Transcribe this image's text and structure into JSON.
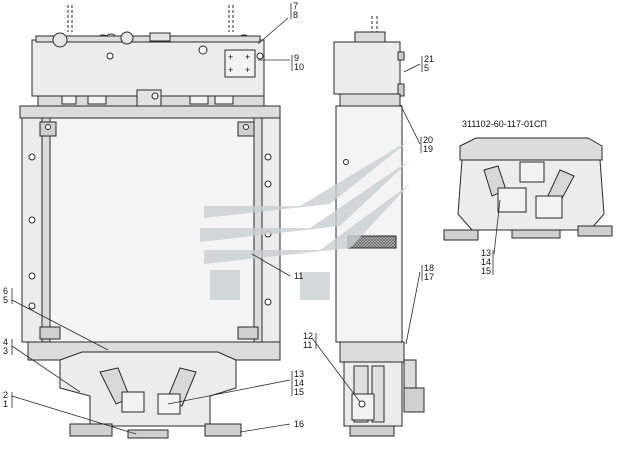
{
  "drawing": {
    "variant_code": "311102-60-117-01СП",
    "callouts": [
      {
        "id": "c-7-8",
        "top": "7",
        "bottom": "8"
      },
      {
        "id": "c-9-10",
        "top": "9",
        "bottom": "10"
      },
      {
        "id": "c-21-5",
        "top": "21",
        "bottom": "5"
      },
      {
        "id": "c-20-19",
        "top": "20",
        "bottom": "19"
      },
      {
        "id": "c-11",
        "top": "11",
        "bottom": ""
      },
      {
        "id": "c-18-17",
        "top": "18",
        "bottom": "17"
      },
      {
        "id": "c-12-11",
        "top": "12",
        "bottom": "11"
      },
      {
        "id": "c-6-5",
        "top": "6",
        "bottom": "5"
      },
      {
        "id": "c-4-3",
        "top": "4",
        "bottom": "3"
      },
      {
        "id": "c-2-1",
        "top": "2",
        "bottom": "1"
      },
      {
        "id": "c-13-15",
        "top": "13",
        "mid": "14",
        "bottom": "15"
      },
      {
        "id": "c-13-15b",
        "top": "13",
        "mid": "14",
        "bottom": "15"
      },
      {
        "id": "c-16",
        "top": "16",
        "bottom": ""
      }
    ]
  },
  "colors": {
    "line": "#2a2a2a",
    "fill_light": "#ececec",
    "fill_mid": "#d6d6d6",
    "watermark": "#c9cfcf"
  }
}
